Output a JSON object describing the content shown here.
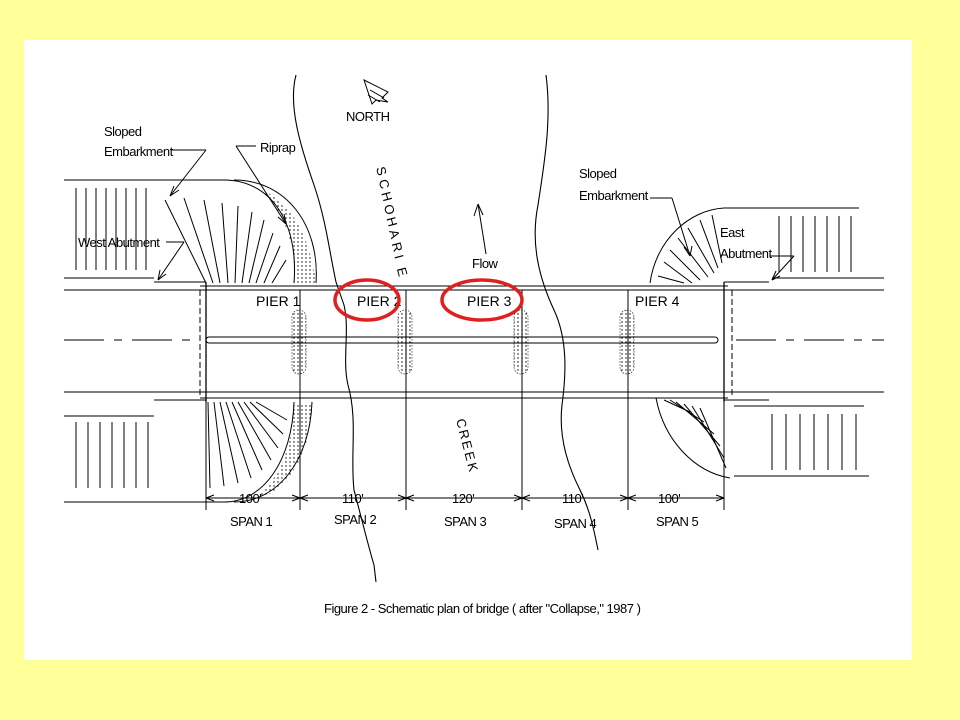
{
  "diagram": {
    "north_label": "NORTH",
    "creek_top": [
      "S",
      "C",
      "H",
      "O",
      "H",
      "A",
      "R",
      "I",
      "E"
    ],
    "creek_bottom": [
      "C",
      "R",
      "E",
      "E",
      "K"
    ],
    "flow_label": "Flow",
    "labels": {
      "sloped_west_1": "Sloped",
      "sloped_west_2": "Embarkment",
      "riprap": "Riprap",
      "west_abutment": "West Abutment",
      "sloped_east_1": "Sloped",
      "sloped_east_2": "Embarkment",
      "east_abutment_1": "East",
      "east_abutment_2": "Abutment"
    },
    "piers": [
      {
        "label": "PIER 1",
        "highlighted": false
      },
      {
        "label": "PIER 2",
        "highlighted": true
      },
      {
        "label": "PIER 3",
        "highlighted": true
      },
      {
        "label": "PIER 4",
        "highlighted": false
      }
    ],
    "spans": [
      {
        "length": "100'",
        "name": "SPAN 1"
      },
      {
        "length": "110'",
        "name": "SPAN 2"
      },
      {
        "length": "120'",
        "name": "SPAN 3"
      },
      {
        "length": "110'",
        "name": "SPAN 4"
      },
      {
        "length": "100'",
        "name": "SPAN 5"
      }
    ],
    "caption": "Figure 2 - Schematic plan of bridge ( after \"Collapse,\" 1987 )",
    "highlight_color": "#e02020",
    "background_color": "#ffff99"
  }
}
